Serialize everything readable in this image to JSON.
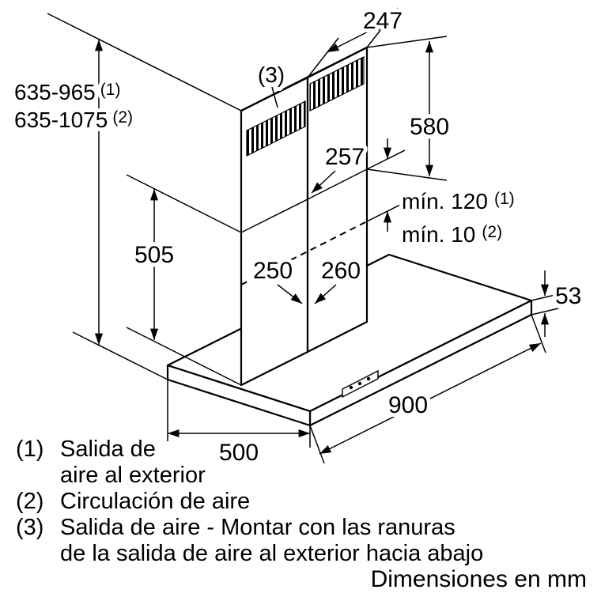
{
  "dims": {
    "d247": "247",
    "d580": "580",
    "d257": "257",
    "d505": "505",
    "d250": "250",
    "d260": "260",
    "d53": "53",
    "d900": "900",
    "d500": "500",
    "height1": "635-965",
    "height1_ref": "(1)",
    "height2": "635-1075",
    "height2_ref": "(2)",
    "min1": "mín. 120",
    "min1_ref": "(1)",
    "min2": "mín. 10",
    "min2_ref": "(2)",
    "slots_ref": "(3)"
  },
  "legend": {
    "rows": [
      {
        "num": "(1)",
        "text": "Salida de"
      },
      {
        "num": "",
        "text": "aire al exterior"
      },
      {
        "num": "(2)",
        "text": "Circulación de aire"
      },
      {
        "num": "(3)",
        "text": "Salida de aire - Montar con las ranuras"
      },
      {
        "num": "",
        "text": "de la salida de aire al exterior hacia abajo"
      }
    ],
    "footer": "Dimensiones en mm"
  },
  "colors": {
    "line": "#000000",
    "background": "#ffffff"
  }
}
